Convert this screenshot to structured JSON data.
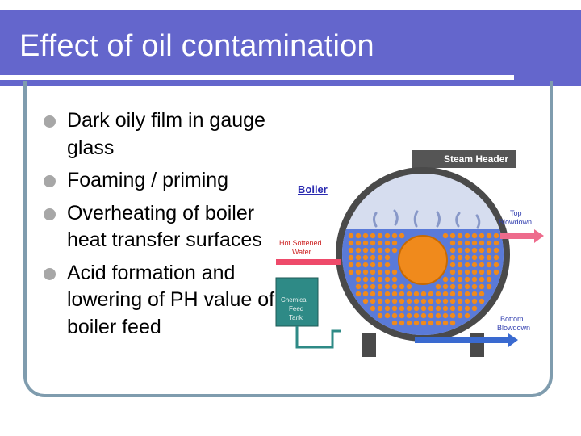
{
  "slide": {
    "title": "Effect of oil contamination",
    "bullets": [
      "Dark oily film in gauge glass",
      "Foaming / priming",
      "Overheating of boiler heat transfer surfaces",
      "Acid formation and lowering of PH value of boiler feed"
    ]
  },
  "diagram": {
    "boiler_label": "Boiler",
    "steam_header_label": "Steam Header",
    "top_blowdown_label": [
      "Top",
      "Blowdown"
    ],
    "bottom_blowdown_label": [
      "Bottom",
      "Blowdown"
    ],
    "hot_water_label": [
      "Hot Softened",
      "Water"
    ],
    "chemical_tank_label": [
      "Chemical",
      "Feed",
      "Tank"
    ]
  },
  "colors": {
    "title_bar": "#6466cc",
    "frame": "#7f9cae",
    "vessel_water": "#5a7ad8",
    "tube_dots": "#f08a1c",
    "arrow_pink": "#ee6b8c",
    "tank_green": "#2e8a86"
  }
}
